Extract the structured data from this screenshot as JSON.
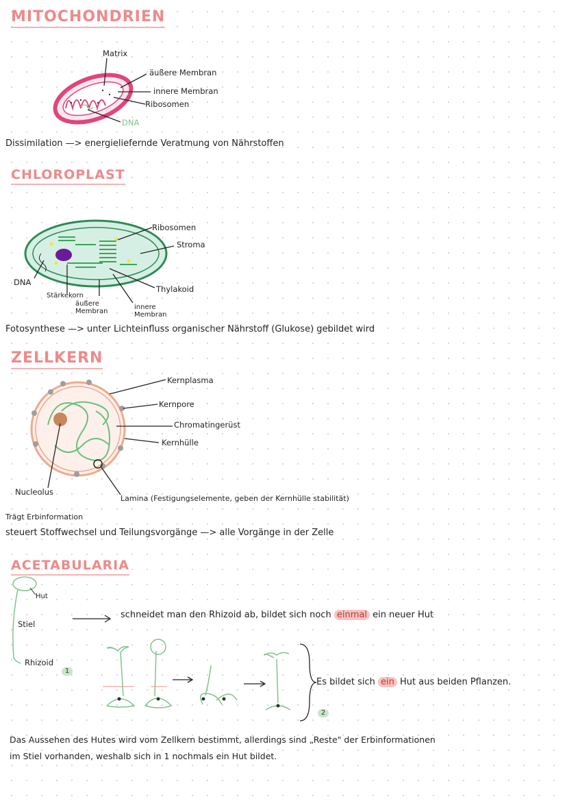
{
  "sections": {
    "mito": {
      "title": "MITOCHONDRIEN",
      "labels": {
        "matrix": "Matrix",
        "outer": "äußere Membran",
        "inner": "innere Membran",
        "ribosomes": "Ribosomen",
        "dna": "DNA"
      },
      "note": "Dissimilation —> energieliefernde Veratmung von Nährstoffen"
    },
    "chloro": {
      "title": "CHLOROPLAST",
      "labels": {
        "ribosomes": "Ribosomen",
        "stroma": "Stroma",
        "thylakoid": "Thylakoid",
        "dna": "DNA",
        "starch": "Stärkekorn",
        "outer": "äußere Membran",
        "inner": "innere Membran"
      },
      "note": "Fotosynthese —> unter Lichteinfluss organischer Nährstoff (Glukose) gebildet wird"
    },
    "nucleus": {
      "title": "ZELLKERN",
      "labels": {
        "plasma": "Kernplasma",
        "pore": "Kernpore",
        "chromatin": "Chromatingerüst",
        "envelope": "Kernhülle",
        "nucleolus": "Nucleolus",
        "lamina": "Lamina (Festigungselemente, geben der Kernhülle stabilität)"
      },
      "note1": "Trägt Erbinformation",
      "note2": "steuert Stoffwechsel und Teilungsvorgänge —> alle Vorgänge in der Zelle"
    },
    "aceta": {
      "title": "ACETABULARIA",
      "labels": {
        "hut": "Hut",
        "stiel": "Stiel",
        "rhizoid": "Rhizoid"
      },
      "exp1_pre": "schneidet man den Rhizoid ab, bildet sich noch",
      "exp1_hl": "einmal",
      "exp1_post": "ein neuer Hut",
      "exp2_pre": "Es bildet sich",
      "exp2_hl": "ein",
      "exp2_post": "Hut aus beiden Pflanzen.",
      "badge1": "1",
      "badge2": "2",
      "conclusion1": "Das Aussehen des Hutes wird vom Zellkern bestimmt, allerdings sind „Reste\" der Erbinformationen",
      "conclusion2": "im Stiel vorhanden, weshalb sich in 1 nochmals ein Hut bildet."
    }
  },
  "colors": {
    "heading": "#ee8a8a",
    "mito": "#e0457b",
    "chloro": "#2e8b57",
    "nucleus": "#f0a88c",
    "aceta": "#9ed8a8"
  }
}
